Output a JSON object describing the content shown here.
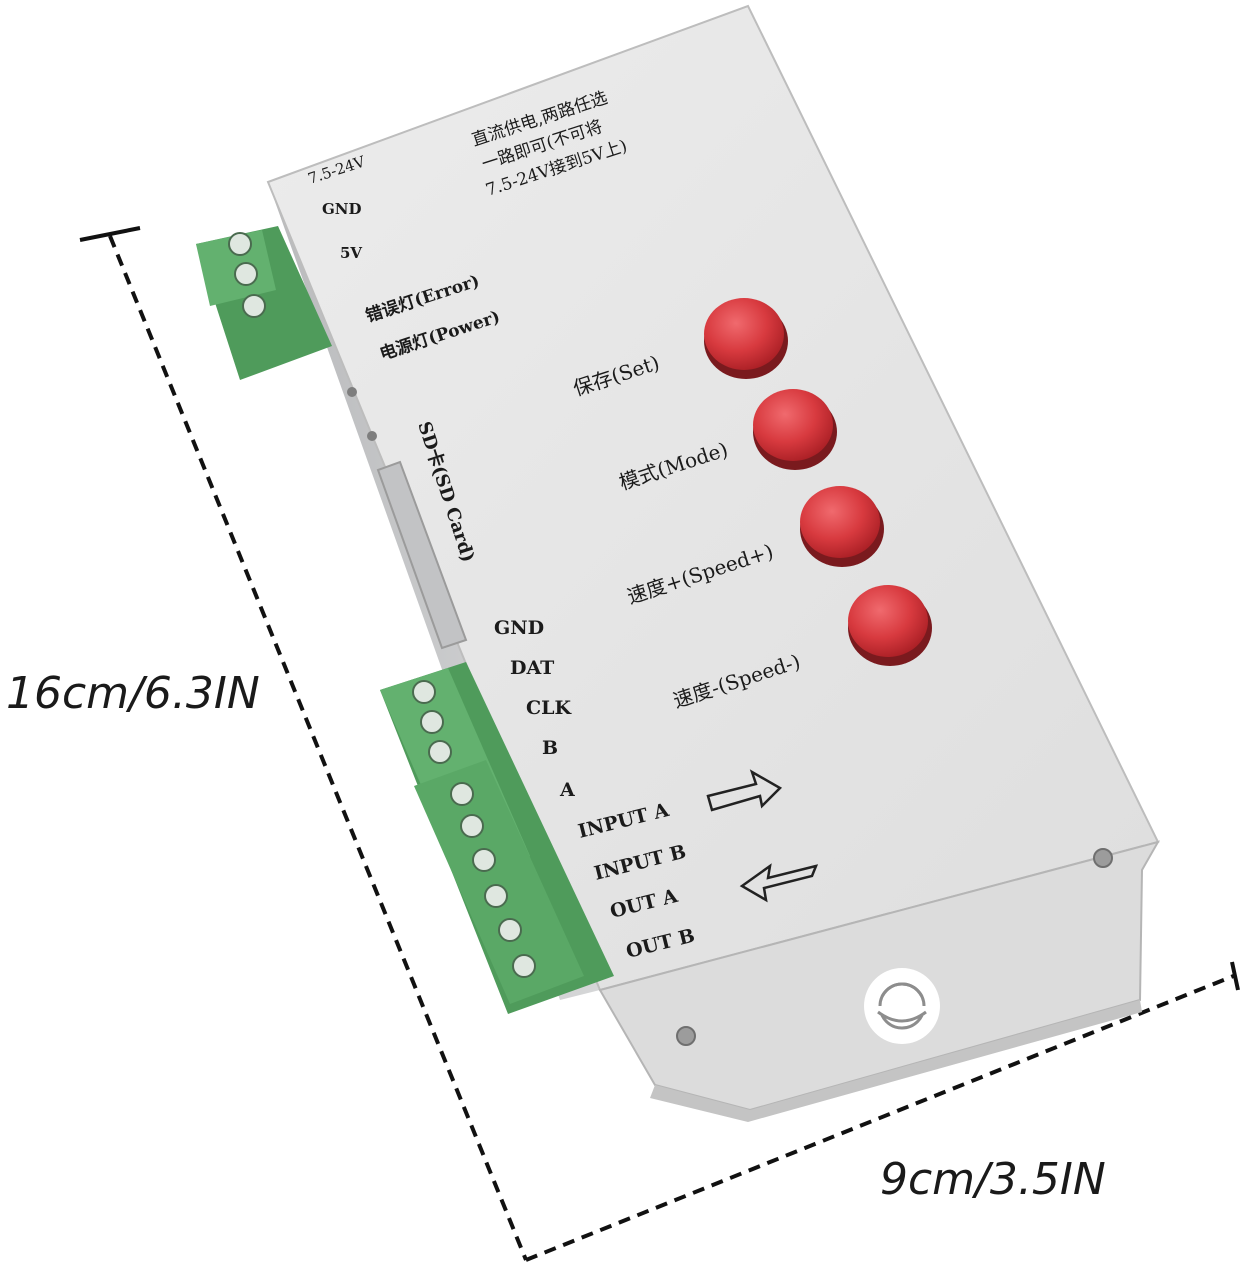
{
  "dimensions": {
    "height_label": "16cm/6.3IN",
    "width_label": "9cm/3.5IN"
  },
  "device": {
    "notice": {
      "line1": "直流供电,两路任选",
      "line2": "一路即可(不可将",
      "line3": "7.5-24V接到5V上)"
    },
    "power_labels": [
      "7.5-24V",
      "GND",
      "5V"
    ],
    "led_labels": [
      "错误灯(Error)",
      "电源灯(Power)"
    ],
    "sd_label": "SD卡(SD Card)",
    "buttons": [
      {
        "label": "保存(Set)"
      },
      {
        "label": "模式(Mode)"
      },
      {
        "label": "速度+(Speed+)"
      },
      {
        "label": "速度-(Speed-)"
      }
    ],
    "output_labels": [
      "GND",
      "DAT",
      "CLK",
      "B",
      "A"
    ],
    "io_labels": [
      "INPUT A",
      "INPUT B",
      "OUT A",
      "OUT B"
    ]
  },
  "colors": {
    "panel": "#e6e6e6",
    "panel_dark": "#c9cacb",
    "button_red": "#d83a3f",
    "terminal_green": "#5fae6a",
    "text": "#1b1b1b"
  }
}
